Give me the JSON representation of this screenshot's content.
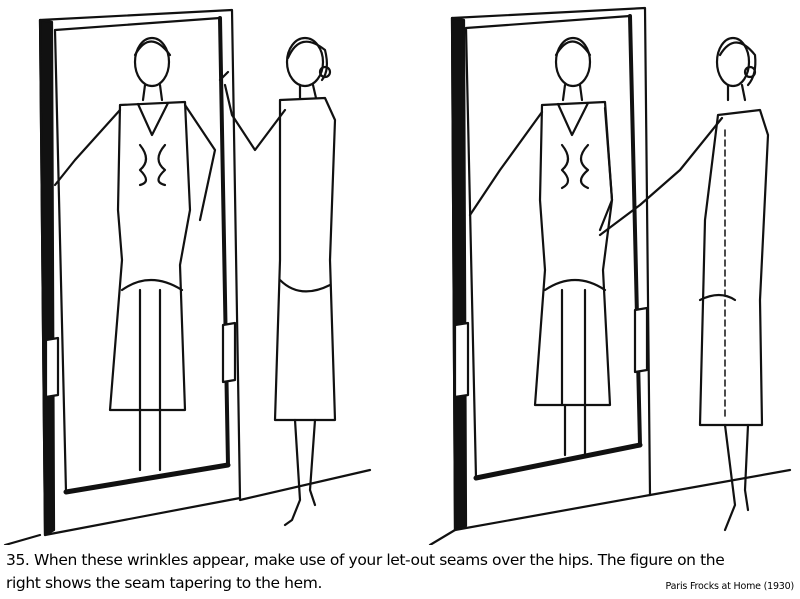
{
  "caption": {
    "line1": "35. When these wrinkles appear, make use of your let-out seams over the hips.  The figure on the",
    "line2": "right shows the seam tapering to the hem."
  },
  "credit": "Paris Frocks at Home (1930)"
}
